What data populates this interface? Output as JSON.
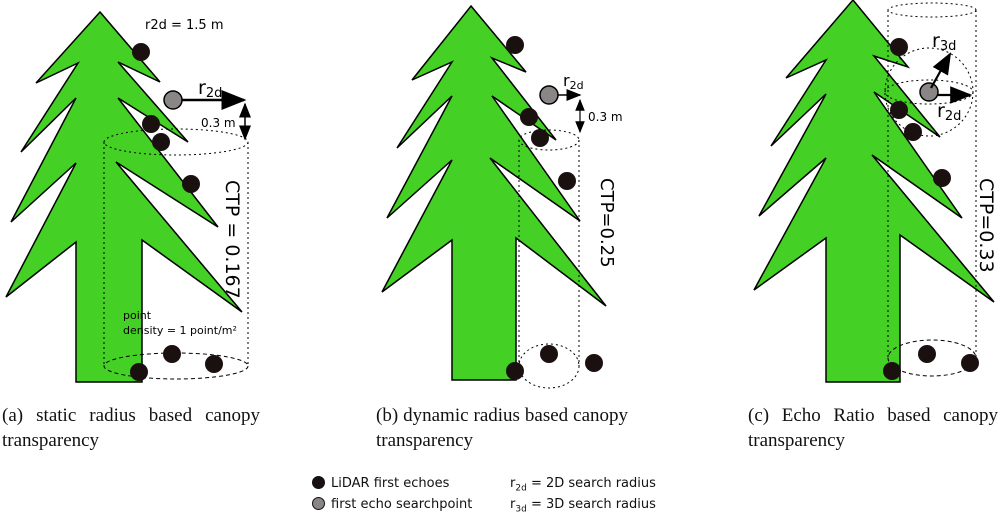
{
  "panels": [
    {
      "id": "a",
      "caption": "(a)  static radius based canopy transparency",
      "ctp_label": "CTP = 0.167",
      "radius_label_main": "r",
      "radius_label_sub": "2d",
      "height_label": "0.3 m",
      "static_radius_label": "r2d = 1.5 m",
      "density_label_line1": "point",
      "density_label_line2": "density = 1 point/m²"
    },
    {
      "id": "b",
      "caption": "(b)  dynamic  radius  based canopy transparency",
      "ctp_label": "CTP=0.25",
      "radius_label_main": "r",
      "radius_label_sub": "2d",
      "height_label": "0.3 m"
    },
    {
      "id": "c",
      "caption": "(c)  Echo Ratio based canopy transparency",
      "ctp_label": "CTP=0.33",
      "r3d_main": "r",
      "r3d_sub": "3d",
      "r2d_main": "r",
      "r2d_sub": "2d"
    }
  ],
  "legend": {
    "lidar_first_echoes": "LiDAR first echoes",
    "first_echo_searchpoint": "first echo searchpoint",
    "r2d_definition": "= 2D search radius",
    "r2d_symbol": "r",
    "r2d_sub": "2d",
    "r3d_definition": "= 3D search radius",
    "r3d_symbol": "r",
    "r3d_sub": "3d"
  },
  "colors": {
    "tree_fill": "#44d024",
    "echo_dot": "#1a1010",
    "searchpoint_dot": "#8a8686"
  }
}
